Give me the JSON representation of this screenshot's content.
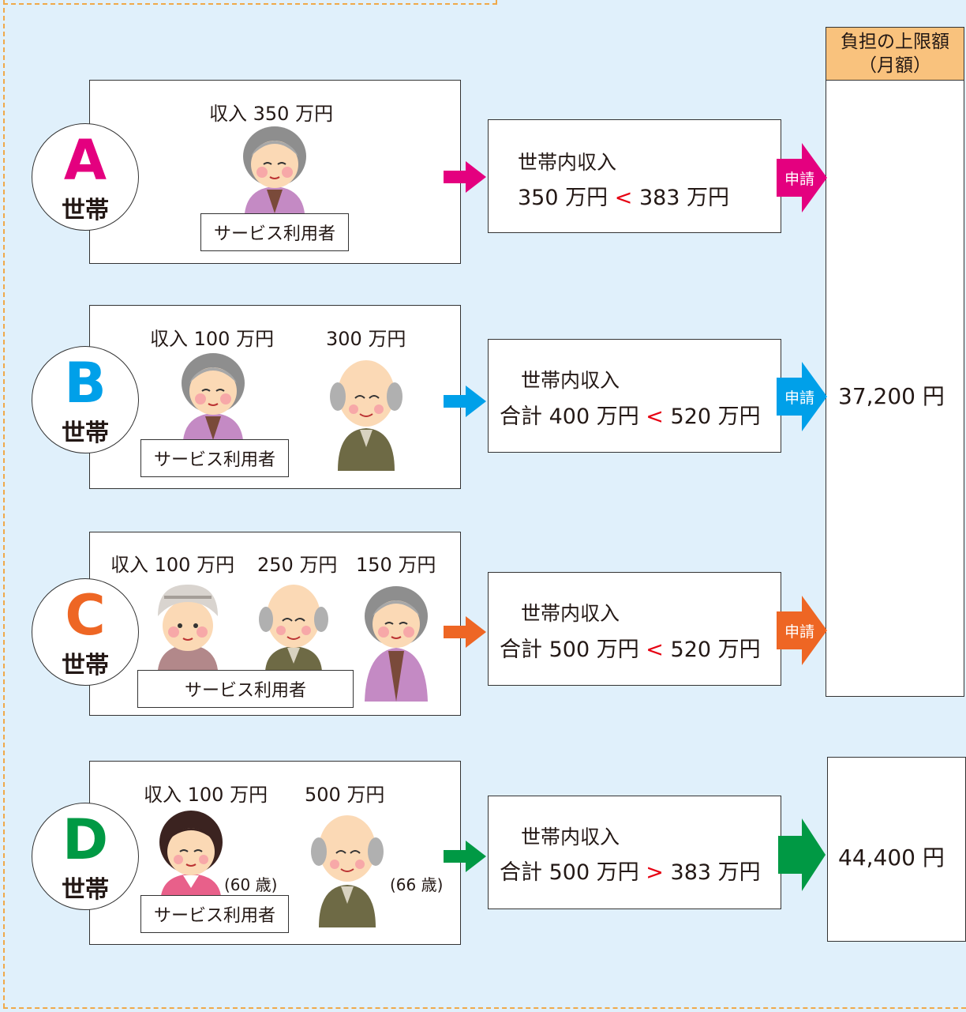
{
  "header": {
    "line1": "負担の上限額",
    "line2": "（月額）"
  },
  "colors": {
    "A": "#e4007f",
    "B": "#00a0e9",
    "C": "#ee6624",
    "D": "#009944",
    "compare": "#e60012",
    "header_bg": "#f9c27d",
    "background": "#e0f0fb"
  },
  "households": [
    {
      "letter": "A",
      "label": "世帯",
      "persons": [
        {
          "income": "収入 350 万円",
          "icon": "elderly-woman"
        }
      ],
      "service_user": "サービス利用者",
      "income_title": "世帯内収入",
      "income_left": "350 万円",
      "comparator": "<",
      "income_right": "383 万円",
      "apply": "申請"
    },
    {
      "letter": "B",
      "label": "世帯",
      "persons": [
        {
          "income": "収入 100 万円",
          "icon": "elderly-woman"
        },
        {
          "income": "300 万円",
          "icon": "elderly-man"
        }
      ],
      "service_user": "サービス利用者",
      "income_title": "世帯内収入",
      "income_left": "合計 400 万円",
      "comparator": "<",
      "income_right": "520 万円",
      "apply": "申請"
    },
    {
      "letter": "C",
      "label": "世帯",
      "persons": [
        {
          "income": "収入 100 万円",
          "icon": "elderly-woman-with-cap"
        },
        {
          "income": "250 万円",
          "icon": "elderly-man"
        },
        {
          "income": "150 万円",
          "icon": "elderly-woman"
        }
      ],
      "service_user": "サービス利用者",
      "income_title": "世帯内収入",
      "income_left": "合計 500 万円",
      "comparator": "<",
      "income_right": "520 万円",
      "apply": "申請"
    },
    {
      "letter": "D",
      "label": "世帯",
      "persons": [
        {
          "income": "収入 100 万円",
          "icon": "woman",
          "age": "(60 歳)"
        },
        {
          "income": "500 万円",
          "icon": "elderly-man",
          "age": "(66 歳)"
        }
      ],
      "service_user": "サービス利用者",
      "income_title": "世帯内収入",
      "income_left": "合計 500 万円",
      "comparator": ">",
      "income_right": "383 万円"
    }
  ],
  "limits": {
    "abc": "37,200 円",
    "d": "44,400 円"
  }
}
